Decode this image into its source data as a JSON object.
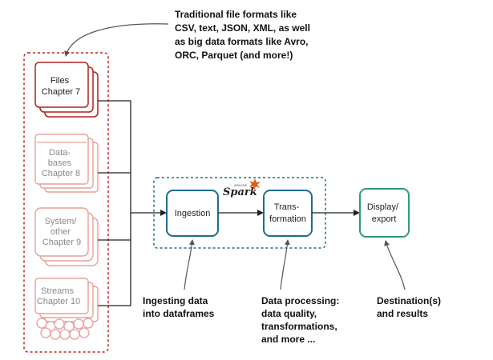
{
  "top_note": {
    "lines": [
      "Traditional file formats like",
      "CSV, text, JSON, XML, as well",
      "as big data formats like Avro,",
      "ORC, Parquet (and more!)"
    ]
  },
  "sources": [
    {
      "lines": [
        "Files",
        "Chapter 7"
      ]
    },
    {
      "lines": [
        "Data-",
        "bases",
        "Chapter 8"
      ]
    },
    {
      "lines": [
        "System/",
        "other",
        "Chapter 9"
      ]
    },
    {
      "lines": [
        "Streams",
        "Chapter 10"
      ]
    }
  ],
  "spark_logo": {
    "label": "Spark",
    "small": "APACHE"
  },
  "pipeline": {
    "ingestion": {
      "lines": [
        "Ingestion"
      ]
    },
    "transformation": {
      "lines": [
        "Trans-",
        "formation"
      ]
    },
    "display": {
      "lines": [
        "Display/",
        "export"
      ]
    }
  },
  "notes": {
    "ingesting": {
      "lines": [
        "Ingesting data",
        "into dataframes"
      ]
    },
    "processing": {
      "lines": [
        "Data processing:",
        "data quality,",
        "transformations,",
        "and more ..."
      ]
    },
    "destination": {
      "lines": [
        "Destination(s)",
        "and results"
      ]
    }
  },
  "colors": {
    "files": "#b02020",
    "faded": "#e8a09a",
    "sources_border": "#c41f1f",
    "spark_border": "#1a6e8e",
    "pipeline_node": "#1a6e8e",
    "display_node": "#2e9e6e",
    "spark_star": "#e25a1c",
    "arrow": "#222222",
    "callout": "#555555"
  }
}
